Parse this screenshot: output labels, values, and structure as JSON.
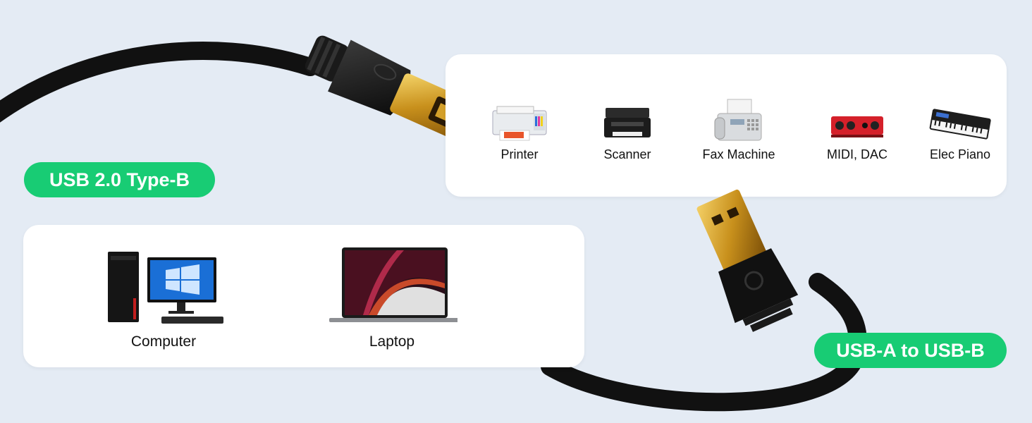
{
  "colors": {
    "background": "#e4ebf4",
    "card": "#ffffff",
    "pill_green": "#18cc74",
    "cable_black": "#111111",
    "connector_gold": "#d4a02a"
  },
  "labels": {
    "type_b_pill": "USB 2.0 Type-B",
    "a_to_b_pill": "USB-A to USB-B"
  },
  "top_devices": [
    {
      "label": "Printer",
      "icon": "printer-icon"
    },
    {
      "label": "Scanner",
      "icon": "scanner-icon"
    },
    {
      "label": "Fax Machine",
      "icon": "fax-machine-icon"
    },
    {
      "label": "MIDI, DAC",
      "icon": "audio-interface-icon"
    },
    {
      "label": "Elec Piano",
      "icon": "keyboard-piano-icon"
    }
  ],
  "bottom_devices": [
    {
      "label": "Computer",
      "icon": "desktop-computer-icon"
    },
    {
      "label": "Laptop",
      "icon": "laptop-icon"
    }
  ]
}
